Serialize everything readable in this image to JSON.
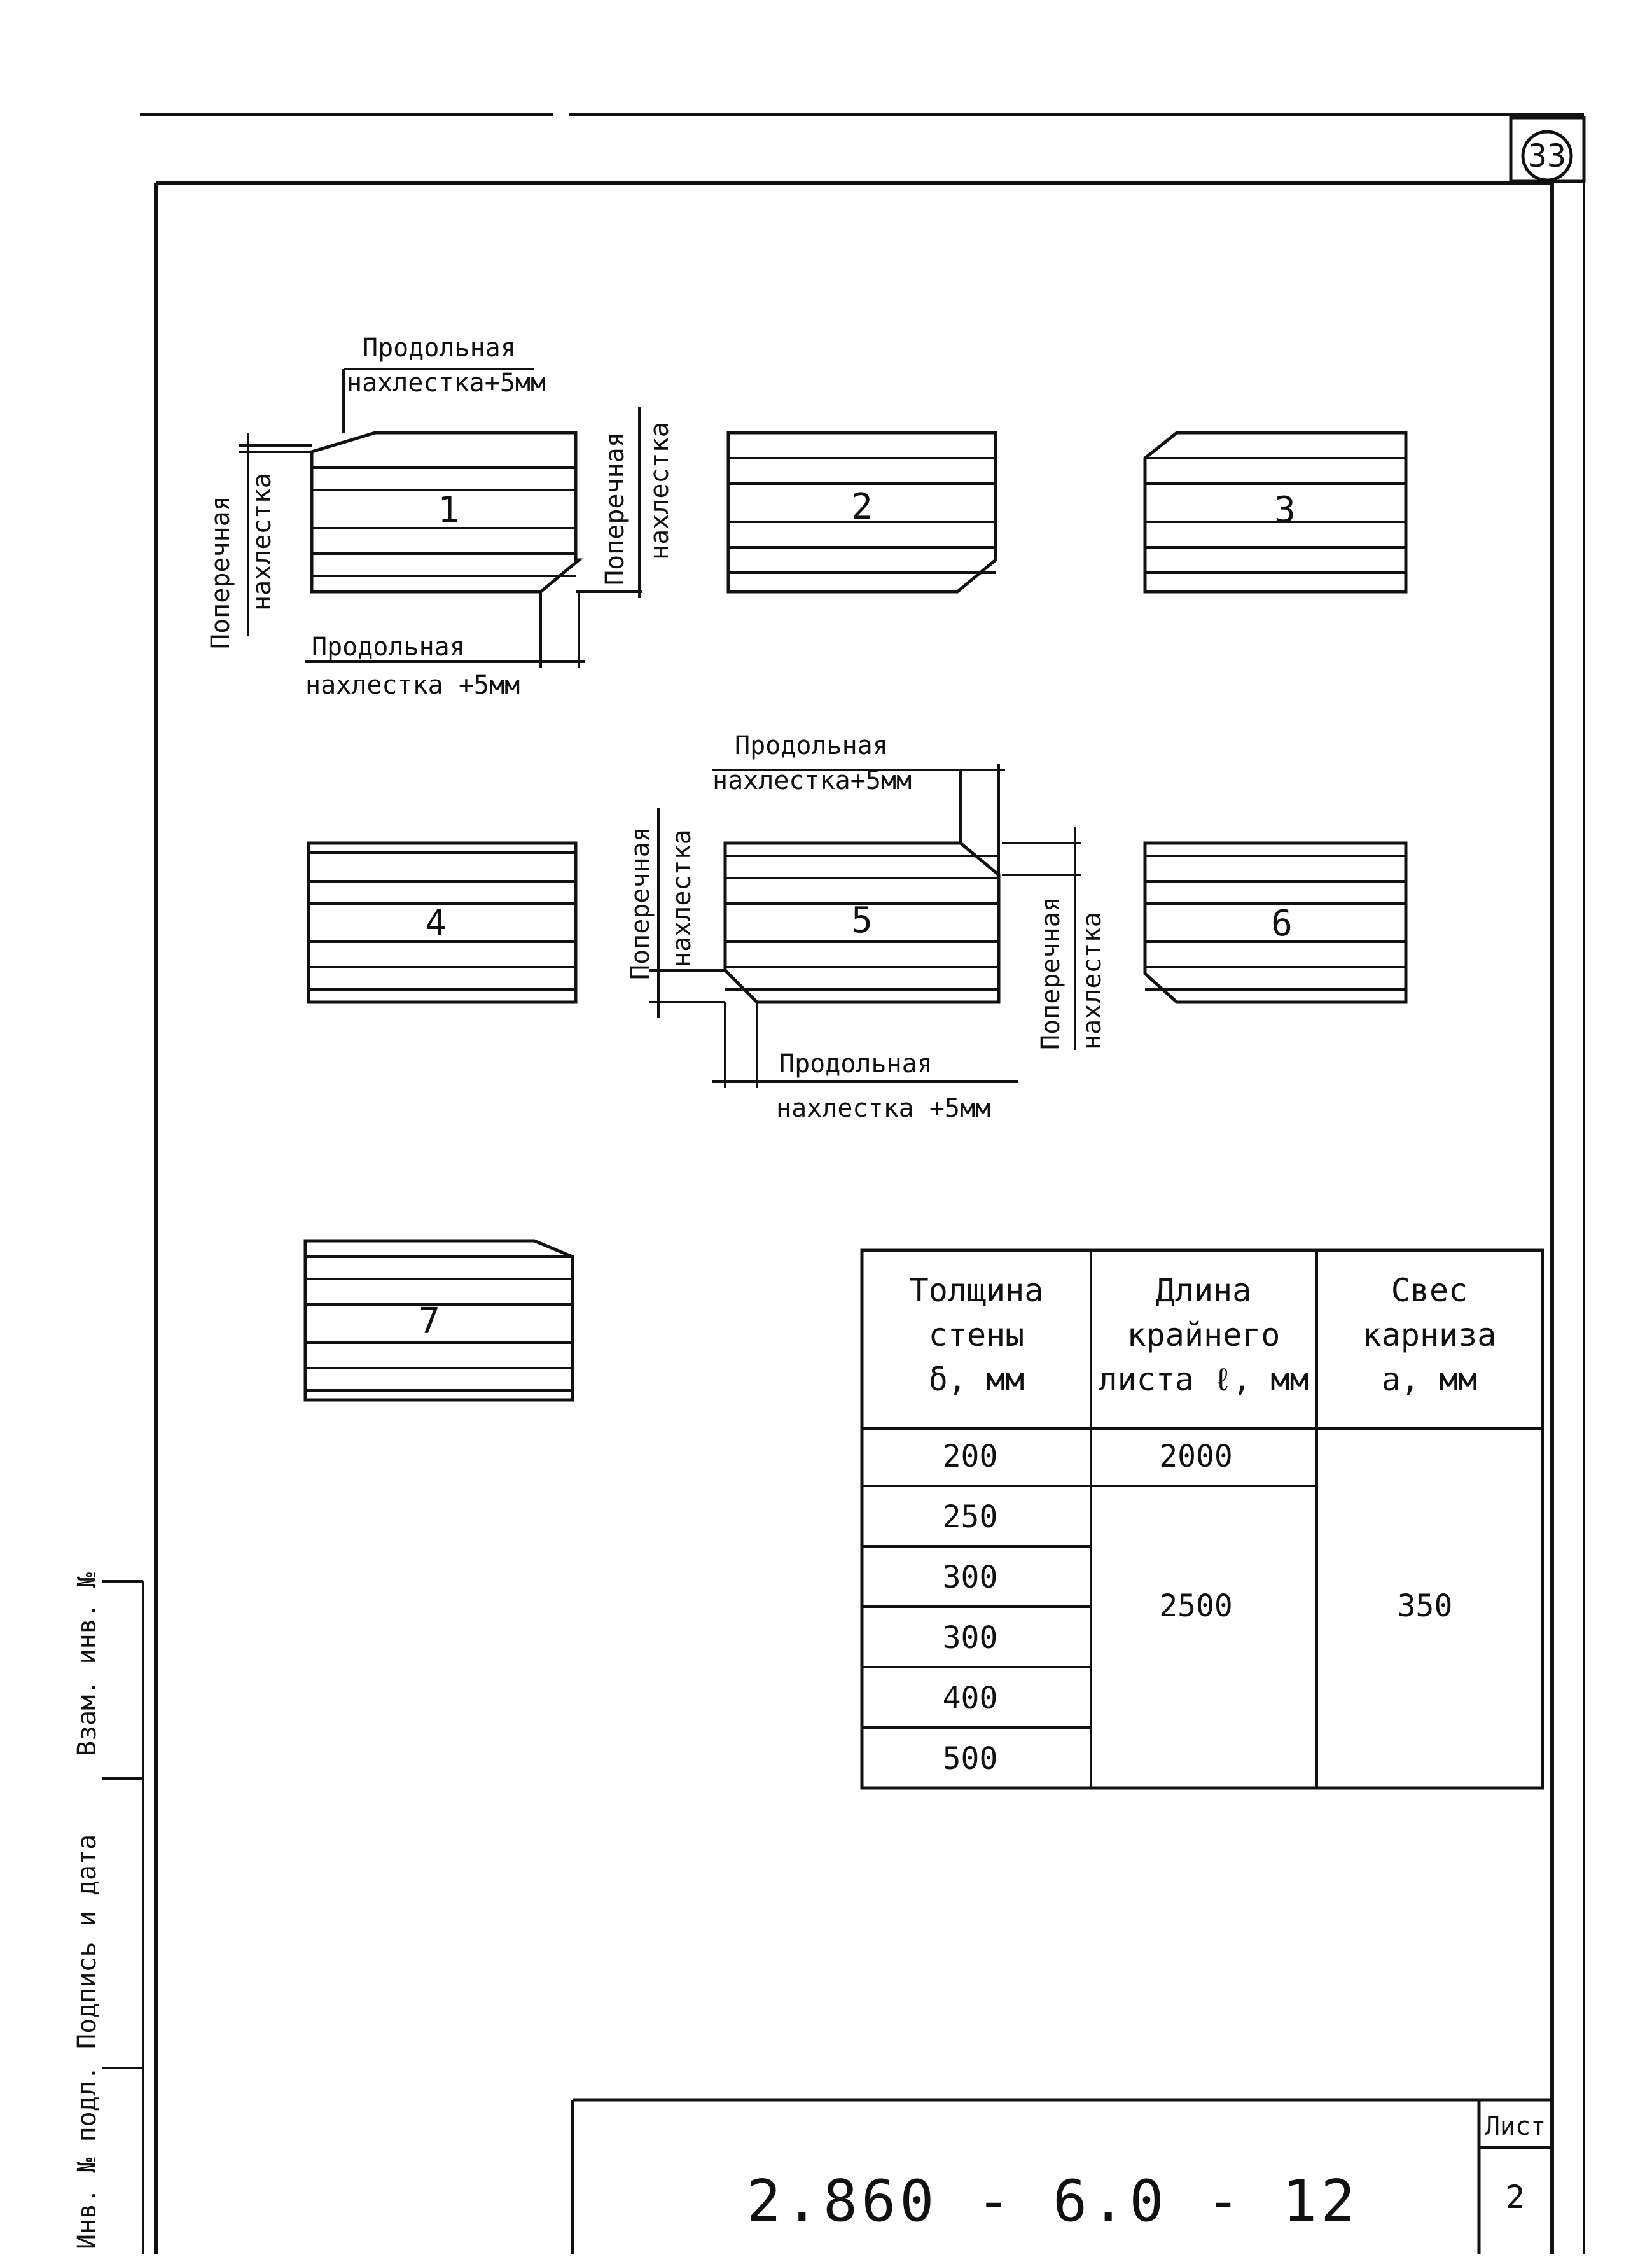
{
  "sheet_number_top": "33",
  "panels": [
    {
      "id": "1",
      "label": "1"
    },
    {
      "id": "2",
      "label": "2"
    },
    {
      "id": "3",
      "label": "3"
    },
    {
      "id": "4",
      "label": "4"
    },
    {
      "id": "5",
      "label": "5"
    },
    {
      "id": "6",
      "label": "6"
    },
    {
      "id": "7",
      "label": "7"
    }
  ],
  "annotations": {
    "longitudinal_line1": "Продольная",
    "longitudinal_line2_a": "нахлестка+5мм",
    "longitudinal_line2_b": "нахлестка +5мм",
    "transverse_line1": "Поперечная",
    "transverse_line2": "нахлестка"
  },
  "table": {
    "headers": [
      [
        "Толщина",
        "стены",
        "δ,  мм"
      ],
      [
        "Длина",
        "крайнего",
        "листа ℓ, мм"
      ],
      [
        "Свес",
        "карниза",
        "a, мм"
      ]
    ],
    "thickness": [
      "200",
      "250",
      "300",
      "300",
      "400",
      "500"
    ],
    "length_200": "2000",
    "length_other": "2500",
    "overhang": "350"
  },
  "stamp": {
    "vzam_inv": "Взам. инв. №",
    "podpis_data": "Подпись и дата",
    "inv_podl": "Инв. № подл."
  },
  "title_block": {
    "doc_code": "2.860 - 6.0 - 12",
    "sheet_label": "Лист",
    "sheet_number": "2"
  }
}
